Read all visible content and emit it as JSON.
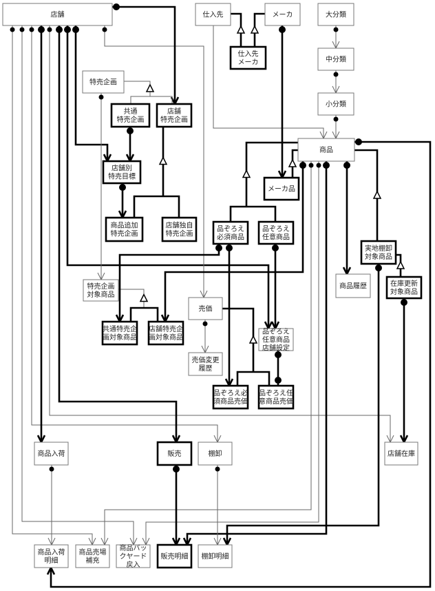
{
  "diagram": {
    "entities": [
      {
        "id": "store",
        "lines": [
          "店舗"
        ],
        "strong": false
      },
      {
        "id": "supplier",
        "lines": [
          "仕入先"
        ],
        "strong": false
      },
      {
        "id": "maker",
        "lines": [
          "メーカ"
        ],
        "strong": false
      },
      {
        "id": "supplier_maker",
        "lines": [
          "仕入先",
          "メーカ"
        ],
        "strong": true
      },
      {
        "id": "cat_large",
        "lines": [
          "大分類"
        ],
        "strong": false
      },
      {
        "id": "cat_mid",
        "lines": [
          "中分類"
        ],
        "strong": false
      },
      {
        "id": "cat_small",
        "lines": [
          "小分類"
        ],
        "strong": false
      },
      {
        "id": "promo",
        "lines": [
          "特売企画"
        ],
        "strong": false
      },
      {
        "id": "promo_common",
        "lines": [
          "共通",
          "特売企画"
        ],
        "strong": true
      },
      {
        "id": "promo_store",
        "lines": [
          "店舗",
          "特売企画"
        ],
        "strong": true
      },
      {
        "id": "store_promo_target",
        "lines": [
          "店舗別",
          "特売目標"
        ],
        "strong": true
      },
      {
        "id": "promo_add_item",
        "lines": [
          "商品追加",
          "特売企画"
        ],
        "strong": true
      },
      {
        "id": "promo_store_own",
        "lines": [
          "店舗独自",
          "特売企画"
        ],
        "strong": true
      },
      {
        "id": "item",
        "lines": [
          "商品"
        ],
        "strong": false
      },
      {
        "id": "maker_item",
        "lines": [
          "メーカ品"
        ],
        "strong": true
      },
      {
        "id": "assort_required",
        "lines": [
          "品ぞろえ",
          "必須商品"
        ],
        "strong": true
      },
      {
        "id": "assort_optional",
        "lines": [
          "品ぞろえ",
          "任意商品"
        ],
        "strong": true
      },
      {
        "id": "stocktake_item",
        "lines": [
          "実地棚卸",
          "対象商品"
        ],
        "strong": true
      },
      {
        "id": "stock_update_item",
        "lines": [
          "在庫更新",
          "対象商品"
        ],
        "strong": true
      },
      {
        "id": "item_history",
        "lines": [
          "商品履歴"
        ],
        "strong": false
      },
      {
        "id": "promo_item",
        "lines": [
          "特売企画",
          "対象商品"
        ],
        "strong": false
      },
      {
        "id": "promo_common_item",
        "lines": [
          "共通特売企",
          "画対象商品"
        ],
        "strong": true
      },
      {
        "id": "promo_store_item",
        "lines": [
          "店舗特売企",
          "画対象商品"
        ],
        "strong": true
      },
      {
        "id": "price",
        "lines": [
          "売価"
        ],
        "strong": false
      },
      {
        "id": "price_history",
        "lines": [
          "売価変更",
          "履歴"
        ],
        "strong": false
      },
      {
        "id": "assort_optional_store",
        "lines": [
          "品ぞろえ",
          "任意商品",
          "店舗設定"
        ],
        "strong": false
      },
      {
        "id": "assort_required_price",
        "lines": [
          "品ぞろえ必",
          "須商品売価"
        ],
        "strong": true
      },
      {
        "id": "assort_optional_price",
        "lines": [
          "品ぞろえ任",
          "意商品売価"
        ],
        "strong": true
      },
      {
        "id": "receiving",
        "lines": [
          "商品入荷"
        ],
        "strong": false
      },
      {
        "id": "sales",
        "lines": [
          "販売"
        ],
        "strong": true
      },
      {
        "id": "stocktake",
        "lines": [
          "棚卸"
        ],
        "strong": false
      },
      {
        "id": "store_stock",
        "lines": [
          "店舗在庫"
        ],
        "strong": false
      },
      {
        "id": "receiving_detail",
        "lines": [
          "商品入荷",
          "明細"
        ],
        "strong": false
      },
      {
        "id": "floor_replenish",
        "lines": [
          "商品売場",
          "補充"
        ],
        "strong": false
      },
      {
        "id": "backyard_return",
        "lines": [
          "商品バッ",
          "クヤード",
          "戻入"
        ],
        "strong": false
      },
      {
        "id": "sales_detail",
        "lines": [
          "販売明細"
        ],
        "strong": true
      },
      {
        "id": "stocktake_detail",
        "lines": [
          "棚卸明細"
        ],
        "strong": false
      }
    ]
  }
}
